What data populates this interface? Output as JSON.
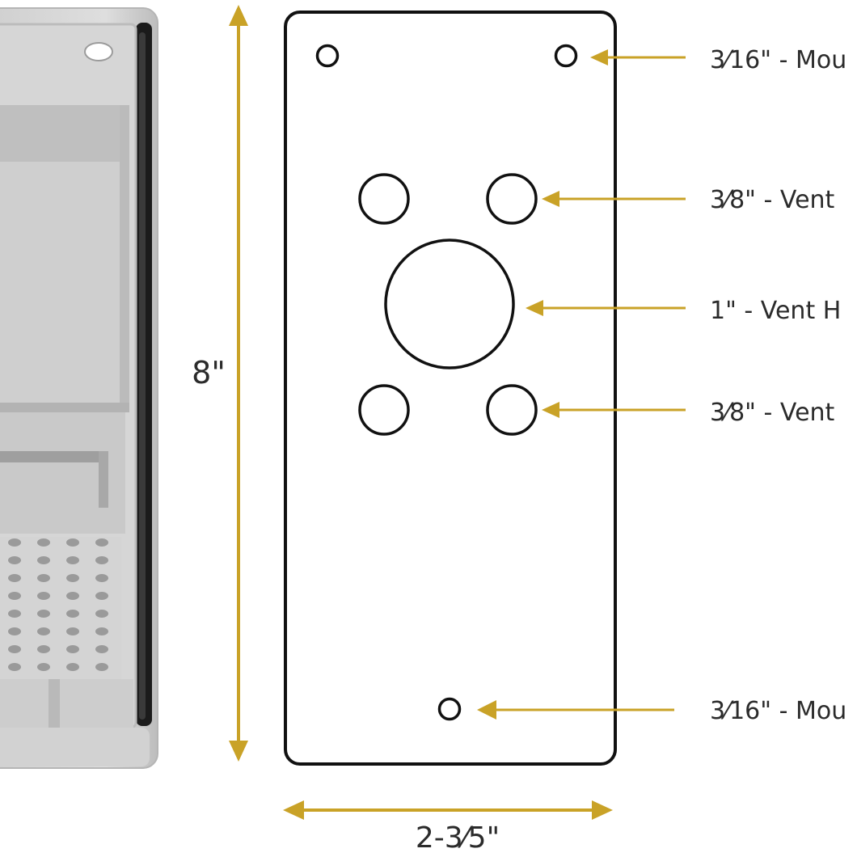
{
  "colors": {
    "arrow": "#c9a227",
    "outline": "#111111",
    "box_light": "#dcdcdc",
    "box_mid": "#c8c8c8",
    "box_dark": "#a9a9a9",
    "gasket": "#1b1b1b"
  },
  "dimensions": {
    "height_label": "8\"",
    "width_label": "2-3⁄5\""
  },
  "callouts": {
    "mount_top": "3⁄16\" - Mou",
    "vent_small_top": "3⁄8\" - Vent",
    "vent_large": "1\" - Vent H",
    "vent_small_bottom": "3⁄8\" - Vent",
    "mount_bottom": "3⁄16\" - Mou"
  }
}
